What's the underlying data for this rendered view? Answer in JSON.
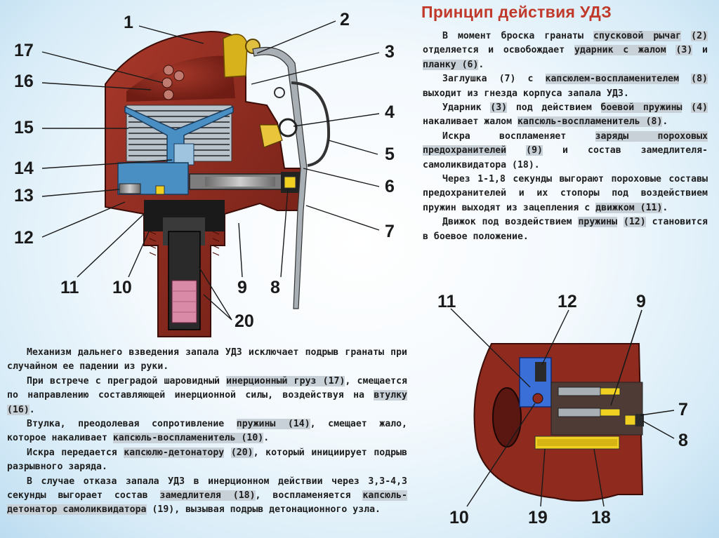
{
  "title": "Принцип действия УДЗ",
  "principle_paragraphs": [
    [
      {
        "t": "В момент броска гранаты "
      },
      {
        "t": "спусковой рычаг",
        "h": true
      },
      {
        "t": " "
      },
      {
        "t": "(2)",
        "h": true
      },
      {
        "t": " отделяется и освобождает "
      },
      {
        "t": "ударник с жалом",
        "h": true
      },
      {
        "t": " "
      },
      {
        "t": "(3)",
        "h": true
      },
      {
        "t": " и "
      },
      {
        "t": "планку (6)",
        "h": true
      },
      {
        "t": "."
      }
    ],
    [
      {
        "t": "Заглушка (7) с "
      },
      {
        "t": "капсюлем-воспламенителем",
        "h": true
      },
      {
        "t": " "
      },
      {
        "t": "(8)",
        "h": true
      },
      {
        "t": " выходит из гнезда корпуса запала УДЗ."
      }
    ],
    [
      {
        "t": "Ударник "
      },
      {
        "t": "(3)",
        "h": true
      },
      {
        "t": " под действием "
      },
      {
        "t": "боевой пружины",
        "h": true
      },
      {
        "t": " "
      },
      {
        "t": "(4)",
        "h": true
      },
      {
        "t": " накаливает жалом "
      },
      {
        "t": "капсюль-воспламенитель (8)",
        "h": true
      },
      {
        "t": "."
      }
    ],
    [
      {
        "t": "Искра воспламеняет "
      },
      {
        "t": "заряды пороховых предохранителей",
        "h": true
      },
      {
        "t": " "
      },
      {
        "t": "(9)",
        "h": true
      },
      {
        "t": " и состав замедлителя-самоликвидатора (18)."
      }
    ],
    [
      {
        "t": "Через 1-1,8 секунды выгорают пороховые составы предохранителей и их стопоры под воздействием пружин выходят из зацепления с "
      },
      {
        "t": "движком (11)",
        "h": true
      },
      {
        "t": "."
      }
    ],
    [
      {
        "t": "Движок под воздействием "
      },
      {
        "t": "пружины",
        "h": true
      },
      {
        "t": " "
      },
      {
        "t": "(12)",
        "h": true
      },
      {
        "t": " становится в боевое положение."
      }
    ]
  ],
  "mechanism_paragraphs": [
    [
      {
        "t": "Механизм дальнего взведения запала УДЗ исключает подрыв гранаты при случайном ее падении из руки."
      }
    ],
    [
      {
        "t": "При встрече с преградой шаровидный "
      },
      {
        "t": "инерционный груз (17)",
        "h": true
      },
      {
        "t": ", смещается по направлению составляющей инерционной силы, воздействуя на "
      },
      {
        "t": "втулку (16)",
        "h": true
      },
      {
        "t": "."
      }
    ],
    [
      {
        "t": "Втулка, преодолевая сопротивление "
      },
      {
        "t": "пружины (14)",
        "h": true
      },
      {
        "t": ", смещает жало, которое накаливает "
      },
      {
        "t": "капсюль-воспламенитель (10)",
        "h": true
      },
      {
        "t": "."
      }
    ],
    [
      {
        "t": "Искра передается "
      },
      {
        "t": "капсюлю-детонатору",
        "h": true
      },
      {
        "t": " "
      },
      {
        "t": "(20)",
        "h": true
      },
      {
        "t": ", который инициирует подрыв разрывного заряда."
      }
    ],
    [
      {
        "t": "В случае отказа запала УДЗ в инерционном действии через 3,3-4,3 секунды выгорает состав "
      },
      {
        "t": "замедлителя (18)",
        "h": true
      },
      {
        "t": ", воспламеняется "
      },
      {
        "t": "капсюль-детонатор самоликвидатора",
        "h": true
      },
      {
        "t": " (19), вызывая подрыв детонационного узла."
      }
    ]
  ],
  "diagram1_labels": {
    "l1": "1",
    "l2": "2",
    "l3": "3",
    "l4": "4",
    "l5": "5",
    "l6": "6",
    "l7": "7",
    "l8": "8",
    "l9": "9",
    "l10": "10",
    "l11": "11",
    "l12": "12",
    "l13": "13",
    "l14": "14",
    "l15": "15",
    "l16": "16",
    "l17": "17",
    "l20": "20"
  },
  "diagram2_labels": {
    "l11": "11",
    "l12": "12",
    "l9": "9",
    "l7": "7",
    "l8": "8",
    "l10": "10",
    "l19": "19",
    "l18": "18"
  },
  "colors": {
    "title": "#c0392b",
    "body_maroon": "#8e2a1e",
    "body_dark": "#5a1610",
    "steel_blue": "#4a8fc4",
    "spring_gray": "#9aa3ab",
    "detonator_pink": "#d98aa6",
    "yellow": "#f0d020",
    "highlight": "#c9d1d8"
  }
}
